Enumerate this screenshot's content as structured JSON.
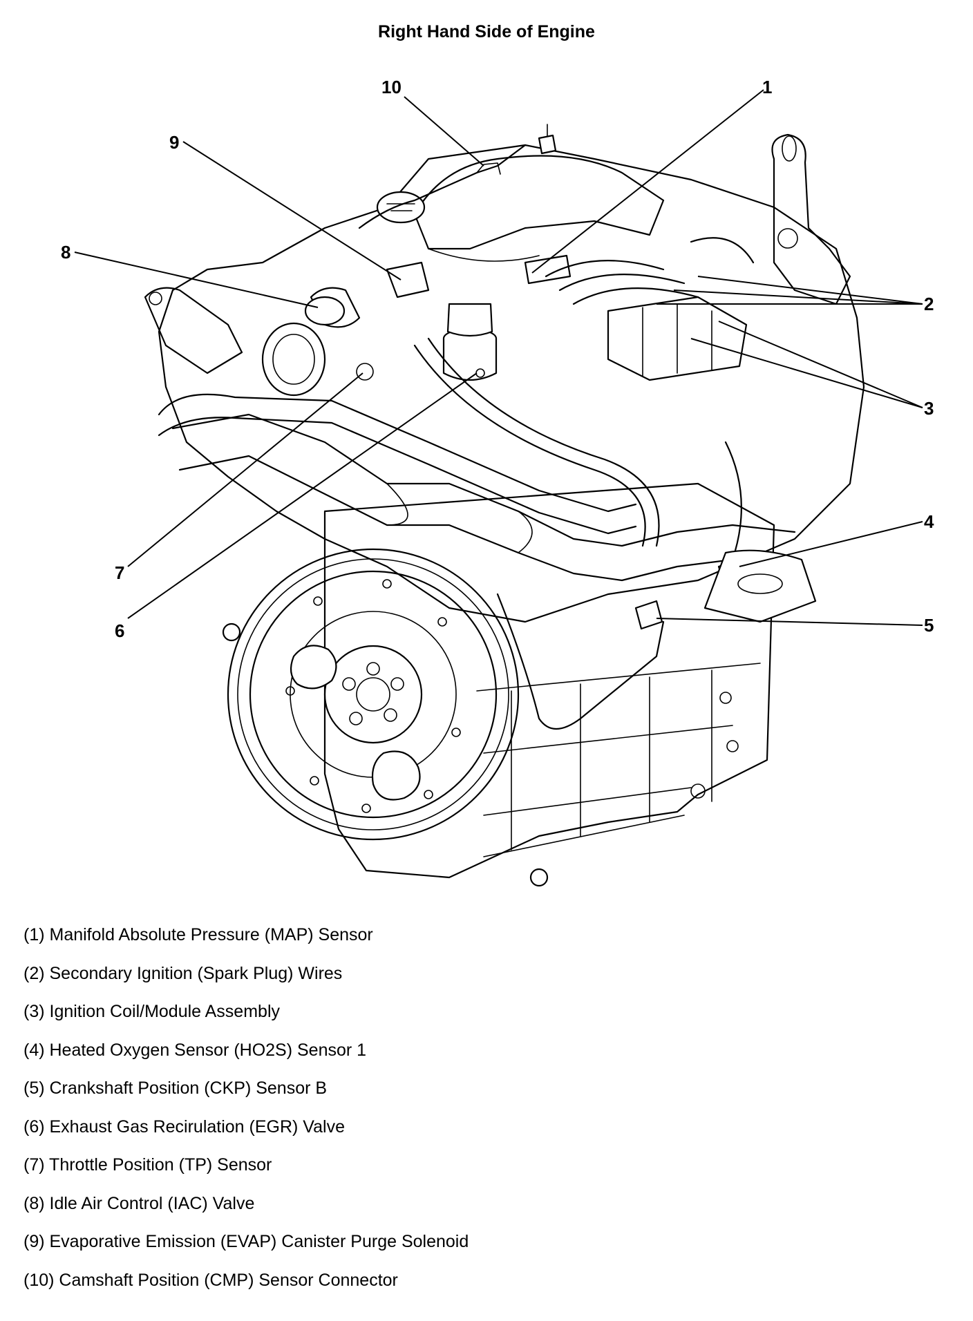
{
  "title": "Right Hand Side of Engine",
  "callouts": [
    "1",
    "2",
    "3",
    "4",
    "5",
    "6",
    "7",
    "8",
    "9",
    "10"
  ],
  "legend": [
    "(1) Manifold Absolute Pressure (MAP) Sensor",
    "(2) Secondary Ignition (Spark Plug) Wires",
    "(3) Ignition Coil/Module Assembly",
    "(4) Heated Oxygen Sensor (HO2S) Sensor 1",
    "(5) Crankshaft Position (CKP) Sensor B",
    "(6) Exhaust Gas Recirulation (EGR) Valve",
    "(7) Throttle Position (TP) Sensor",
    "(8) Idle Air Control (IAC) Valve",
    "(9) Evaporative Emission (EVAP) Canister Purge Solenoid",
    "(10) Camshaft Position (CMP) Sensor Connector"
  ]
}
